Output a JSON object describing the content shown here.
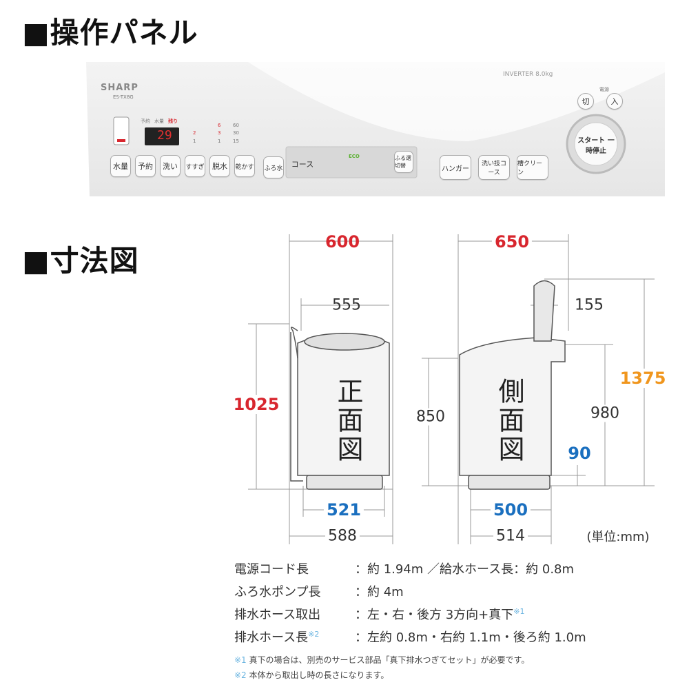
{
  "sections": {
    "panel_title": "■操作パネル",
    "dimensions_title": "■寸法図"
  },
  "panel": {
    "brand": "SHARP",
    "model": "ES-TX8G",
    "capacity": "INVERTER 8.0kg",
    "display": "29",
    "buttons": [
      "水量",
      "予約",
      "洗い",
      "すすぎ",
      "脱水",
      "乾かす",
      "ふろ水",
      "コース",
      "ハンガー",
      "洗い技コース",
      "槽クリーン",
      "スタート 一時停止",
      "切",
      "入"
    ],
    "power_label": "電源",
    "indicators": [
      "予約",
      "水量",
      "残り"
    ],
    "rinse_values": [
      "2",
      "1"
    ],
    "spin_values": [
      "6",
      "3",
      "1"
    ],
    "dry_values": [
      "60",
      "30",
      "15"
    ],
    "eco_label": "ECO",
    "style_label": "ふる選切替"
  },
  "front": {
    "label": "正面図",
    "width_top": "600",
    "width_inner": "555",
    "height": "1025",
    "foot_width": "521",
    "base_width": "588"
  },
  "side": {
    "label": "側面図",
    "depth_top": "650",
    "lid": "155",
    "body_height": "850",
    "height_lid": "980",
    "height_open": "1375",
    "foot_height": "90",
    "foot_depth": "500",
    "base_depth": "514"
  },
  "unit": "(単位:mm)",
  "specs": [
    {
      "label": "電源コード長",
      "value": "：約 1.94m ／給水ホース長：約 0.8m"
    },
    {
      "label": "ふろ水ポンプ長",
      "value": "：約 4m"
    },
    {
      "label": "排水ホース取出",
      "value": "：左・右・後方 3方向+真下",
      "mark": "※1"
    },
    {
      "label": "排水ホース長",
      "mark": "※2",
      "value": "：左約 0.8m・右約 1.1m・後ろ約 1.0m"
    }
  ],
  "notes": [
    {
      "mark": "※1",
      "text": "真下の場合は、別売のサービス部品「真下排水つぎてセット」が必要です。"
    },
    {
      "mark": "※2",
      "text": "本体から取出し時の長さになります。"
    }
  ],
  "colors": {
    "red": "#d8262e",
    "blue": "#1a6fbf",
    "orange": "#f0961e"
  }
}
